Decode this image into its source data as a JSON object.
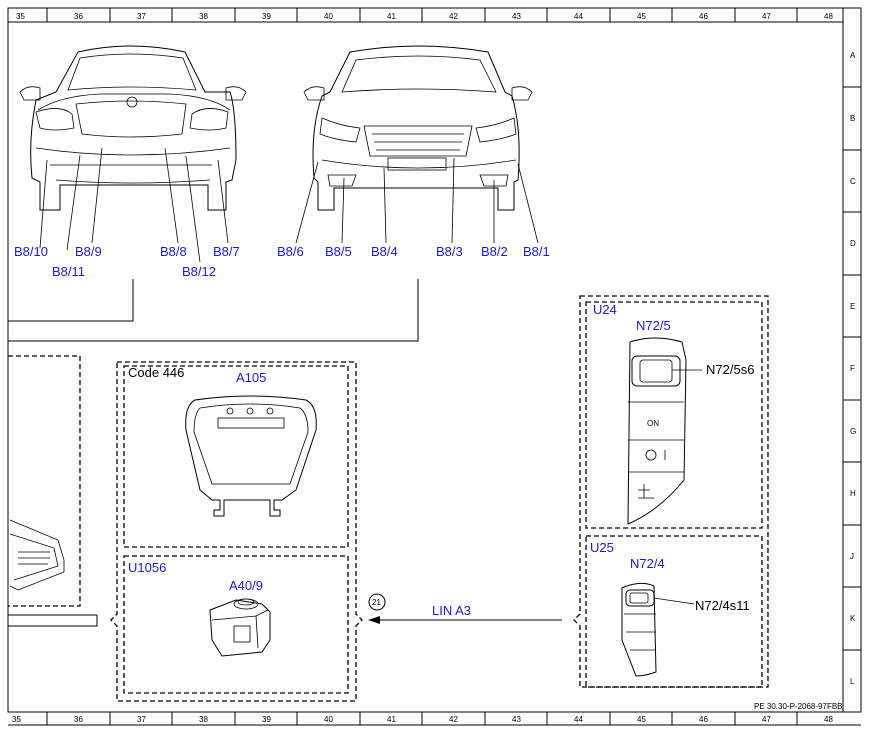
{
  "grid": {
    "columns": [
      "35",
      "36",
      "37",
      "38",
      "39",
      "40",
      "41",
      "42",
      "43",
      "44",
      "45",
      "46",
      "47",
      "48"
    ],
    "rows": [
      "A",
      "B",
      "C",
      "D",
      "E",
      "F",
      "G",
      "H",
      "J",
      "K",
      "L"
    ]
  },
  "rear_car_labels": {
    "b8_10": "B8/10",
    "b8_9": "B8/9",
    "b8_11": "B8/11",
    "b8_8": "B8/8",
    "b8_7": "B8/7",
    "b8_12": "B8/12"
  },
  "front_car_labels": {
    "b8_6": "B8/6",
    "b8_5": "B8/5",
    "b8_4": "B8/4",
    "b8_3": "B8/3",
    "b8_2": "B8/2",
    "b8_1": "B8/1"
  },
  "center_box": {
    "code": "Code 446",
    "a105": "A105",
    "u1056": "U1056",
    "a40_9": "A40/9"
  },
  "right_box": {
    "u24": "U24",
    "n72_5": "N72/5",
    "n72_5s6": "N72/5s6",
    "on_label": "ON",
    "u25": "U25",
    "n72_4": "N72/4",
    "n72_4s11": "N72/4s11"
  },
  "connection": {
    "marker": "21",
    "bus": "LIN A3"
  },
  "reference": "PE 30.30-P-2068-97FBB"
}
